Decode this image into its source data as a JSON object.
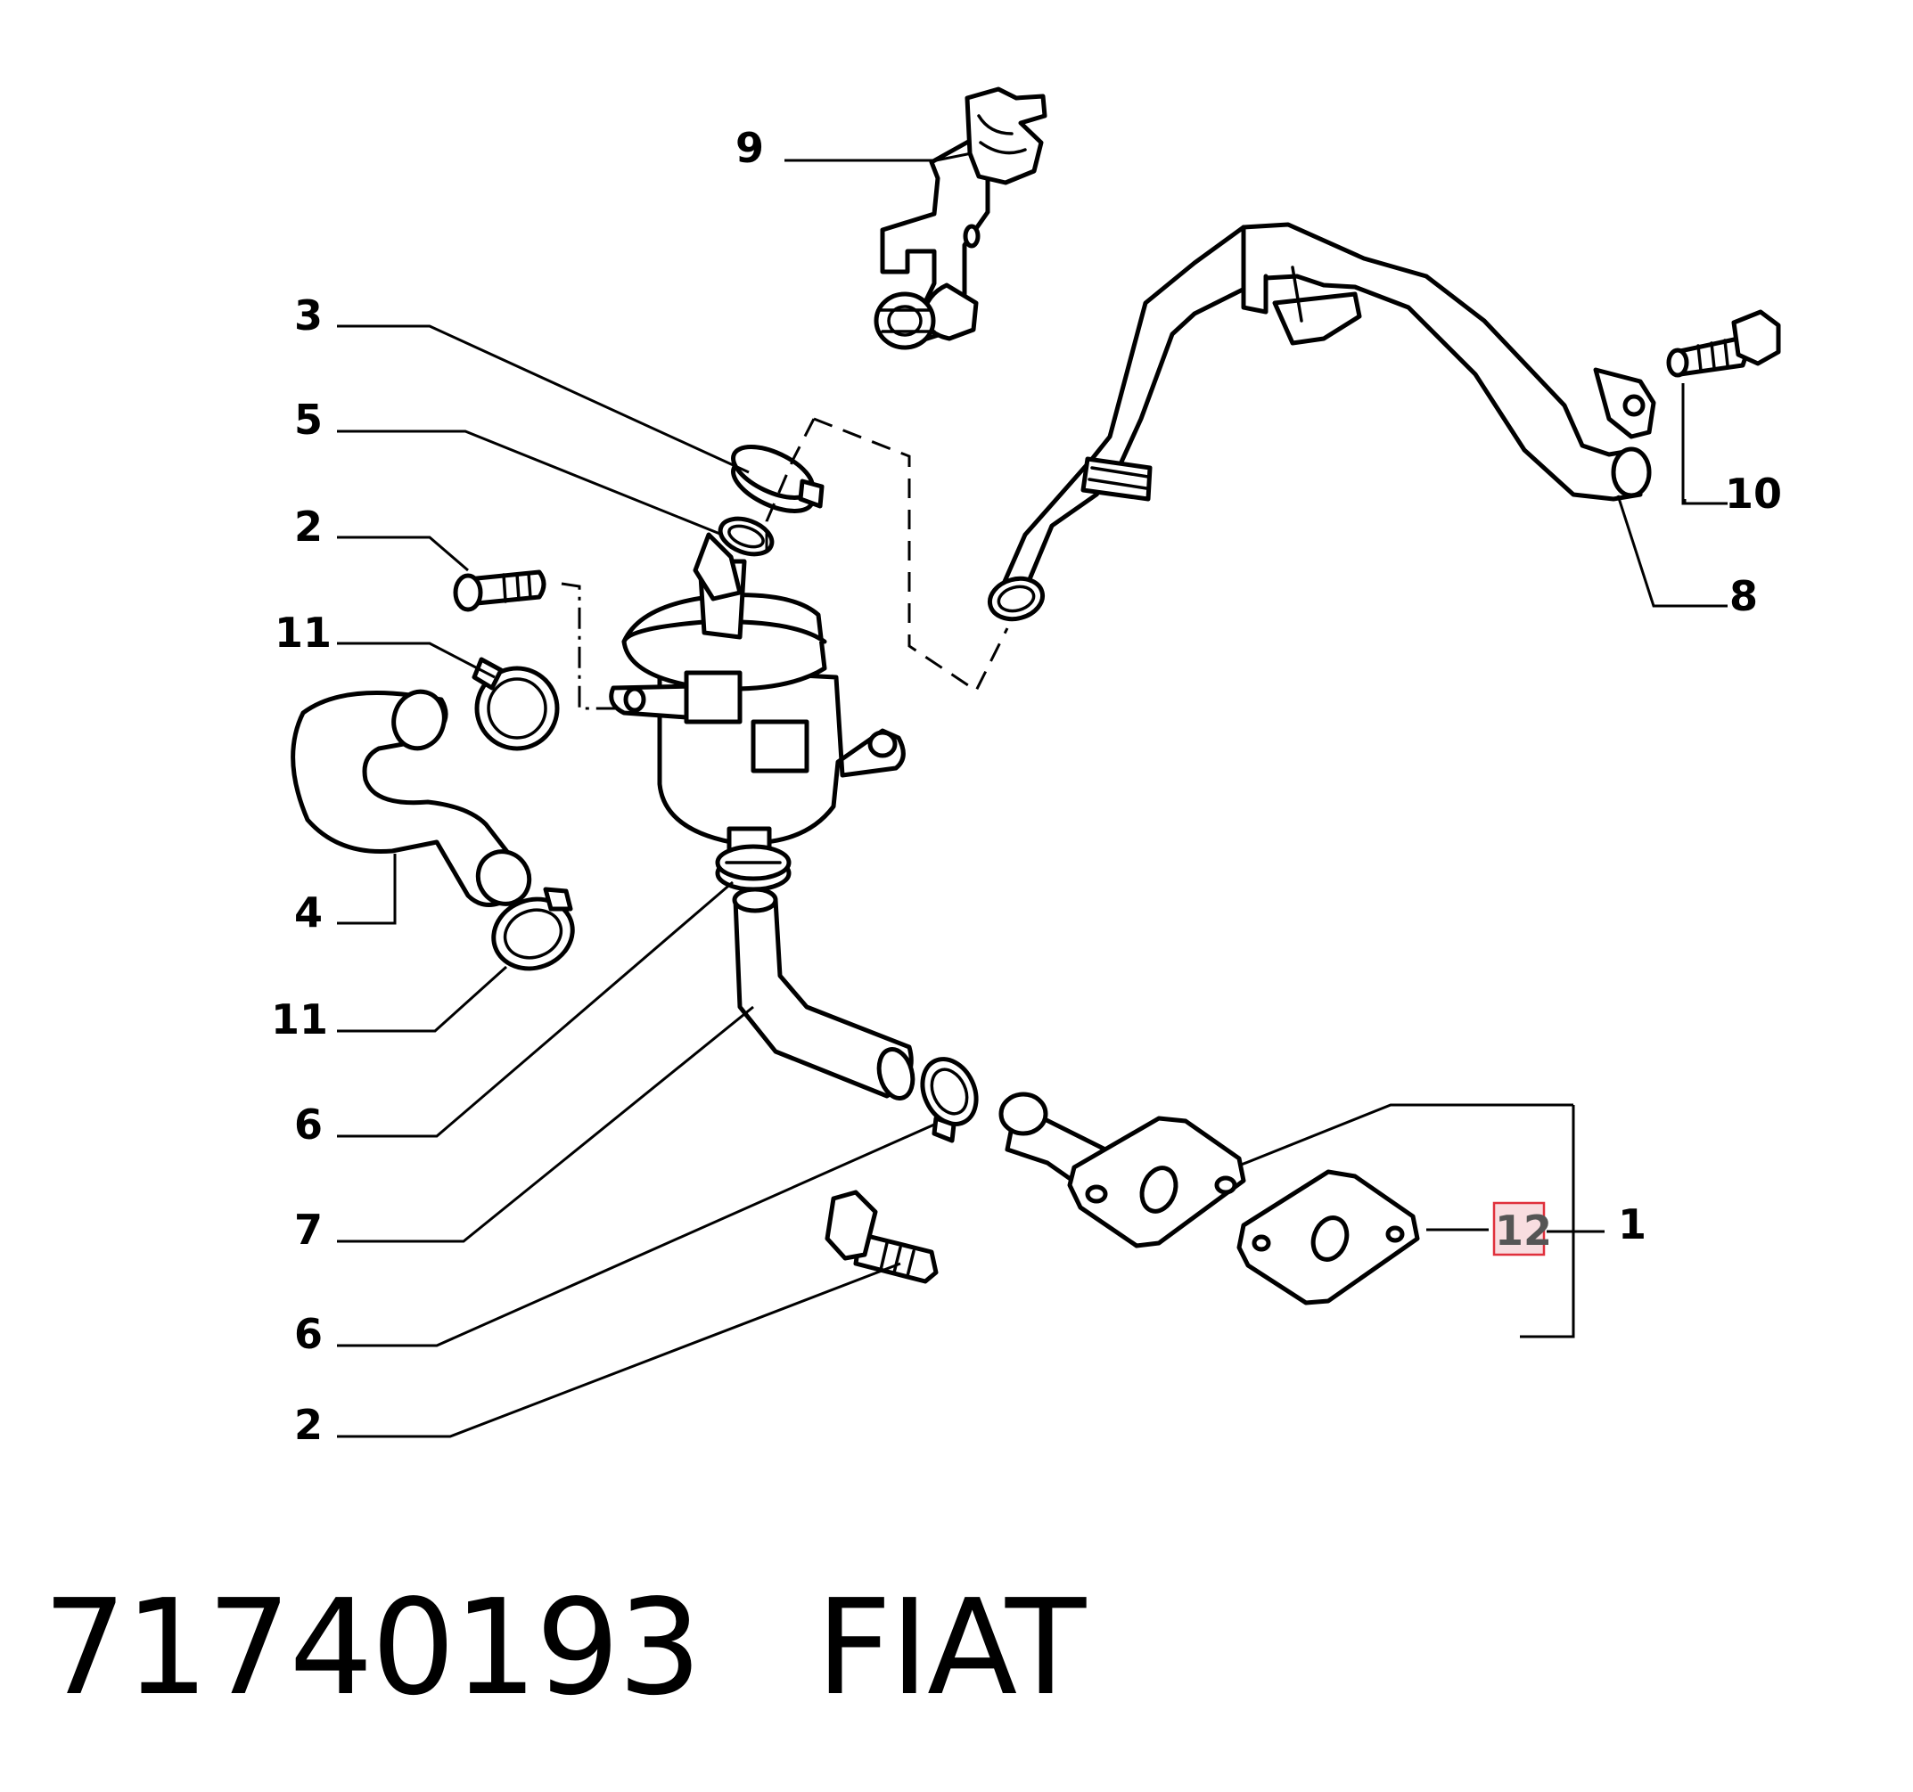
{
  "callouts": {
    "c9": "9",
    "c3": "3",
    "c5": "5",
    "c2_top": "2",
    "c11_top": "11",
    "c4": "4",
    "c11_bottom": "11",
    "c6_top": "6",
    "c7": "7",
    "c6_bottom": "6",
    "c2_bottom": "2",
    "c10": "10",
    "c8": "8",
    "c12": "12",
    "c1": "1"
  },
  "highlighted_callout": "12",
  "colors": {
    "highlight_fill": "#f8dde0",
    "highlight_stroke": "#e0303c",
    "line": "#000000"
  },
  "footer": {
    "part_number": "71740193",
    "brand": "FIAT"
  }
}
